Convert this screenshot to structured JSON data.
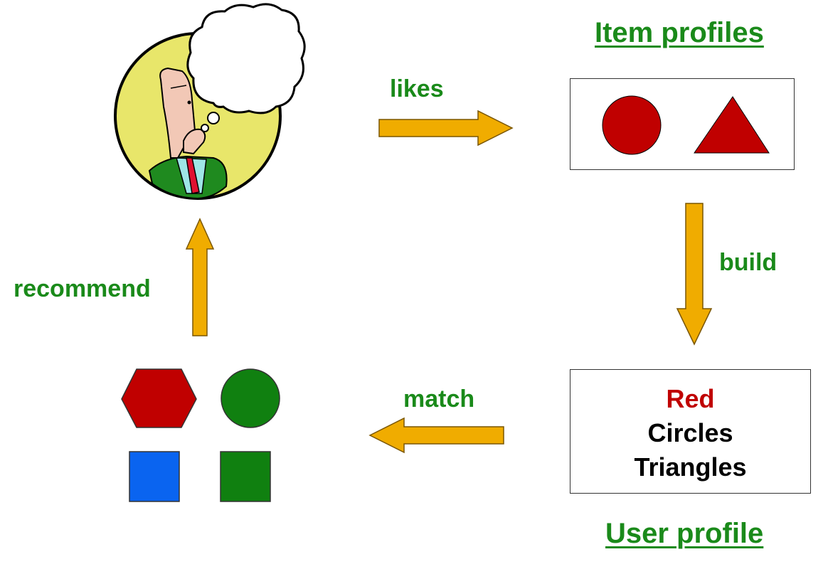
{
  "titles": {
    "item_profiles": "Item profiles",
    "user_profile": "User profile"
  },
  "edges": {
    "likes": "likes",
    "build": "build",
    "match": "match",
    "recommend": "recommend"
  },
  "user_profile_box": {
    "lines": [
      {
        "text": "Red",
        "color": "#c00000"
      },
      {
        "text": "Circles",
        "color": "#000000"
      },
      {
        "text": "Triangles",
        "color": "#000000"
      }
    ]
  },
  "colors": {
    "label_green": "#1a8a1a",
    "arrow_fill": "#f0ac00",
    "arrow_stroke": "#7a5600",
    "shape_red": "#c00000",
    "shape_green": "#108010",
    "shape_blue": "#0a64f0",
    "head_bg": "#e8e66a"
  },
  "icons": {
    "user": "thinking-person-icon",
    "thought": "thought-bubble-icon"
  }
}
